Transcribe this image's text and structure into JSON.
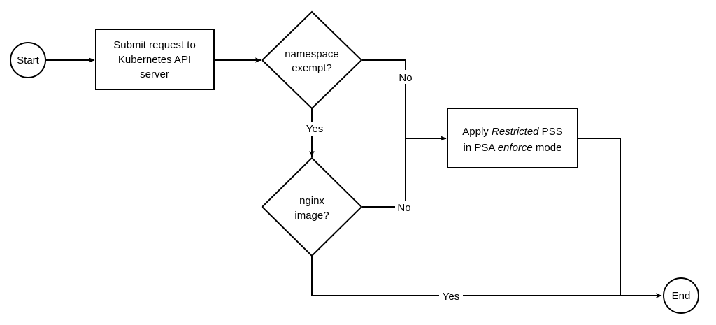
{
  "nodes": {
    "start": {
      "label": "Start"
    },
    "submit": {
      "lines": [
        "Submit request to",
        "Kubernetes API",
        "server"
      ]
    },
    "namespace_decision": {
      "lines": [
        "namespace",
        "exempt?"
      ]
    },
    "image_decision": {
      "lines": [
        "nginx",
        "image?"
      ]
    },
    "apply": {
      "line1": {
        "a": "Apply ",
        "b": "Restricted",
        "c": " PSS"
      },
      "line2": {
        "a": "in PSA ",
        "b": "enforce",
        "c": " mode"
      }
    },
    "end": {
      "label": "End"
    }
  },
  "edges": {
    "namespace_no": "No",
    "namespace_yes": "Yes",
    "image_no": "No",
    "image_yes": "Yes"
  },
  "colors": {
    "stroke": "#000000",
    "fill": "#ffffff",
    "text": "#000000"
  }
}
